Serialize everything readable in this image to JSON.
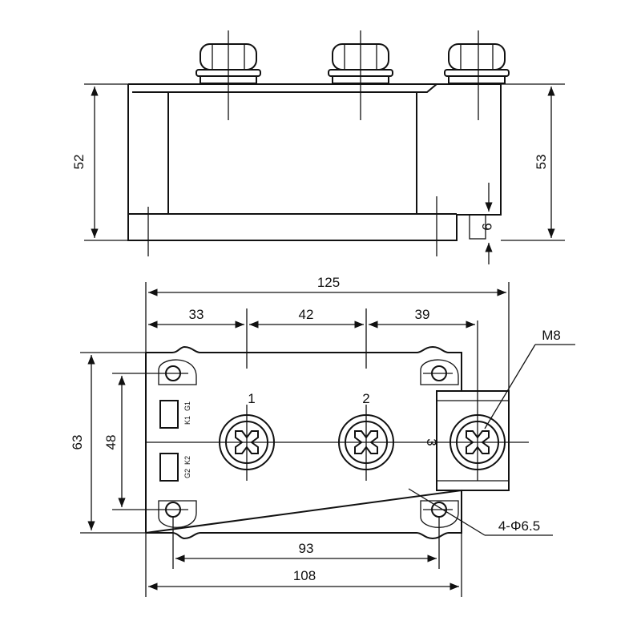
{
  "side_view": {
    "dims": {
      "height_left": "52",
      "height_right": "53",
      "base_gap": "9"
    }
  },
  "top_view": {
    "dims": {
      "overall_length": "125",
      "pitch_1": "33",
      "pitch_2": "42",
      "pitch_3": "39",
      "overall_height": "63",
      "hole_spacing_v": "48",
      "hole_spacing_h": "93",
      "base_length": "108"
    },
    "terminals": [
      "1",
      "2",
      "3"
    ],
    "labels": {
      "thread": "M8",
      "holes": "4-Φ6.5",
      "gate_top_a": "K1",
      "gate_top_b": "G1",
      "gate_bot_a": "G2",
      "gate_bot_b": "K2"
    }
  }
}
